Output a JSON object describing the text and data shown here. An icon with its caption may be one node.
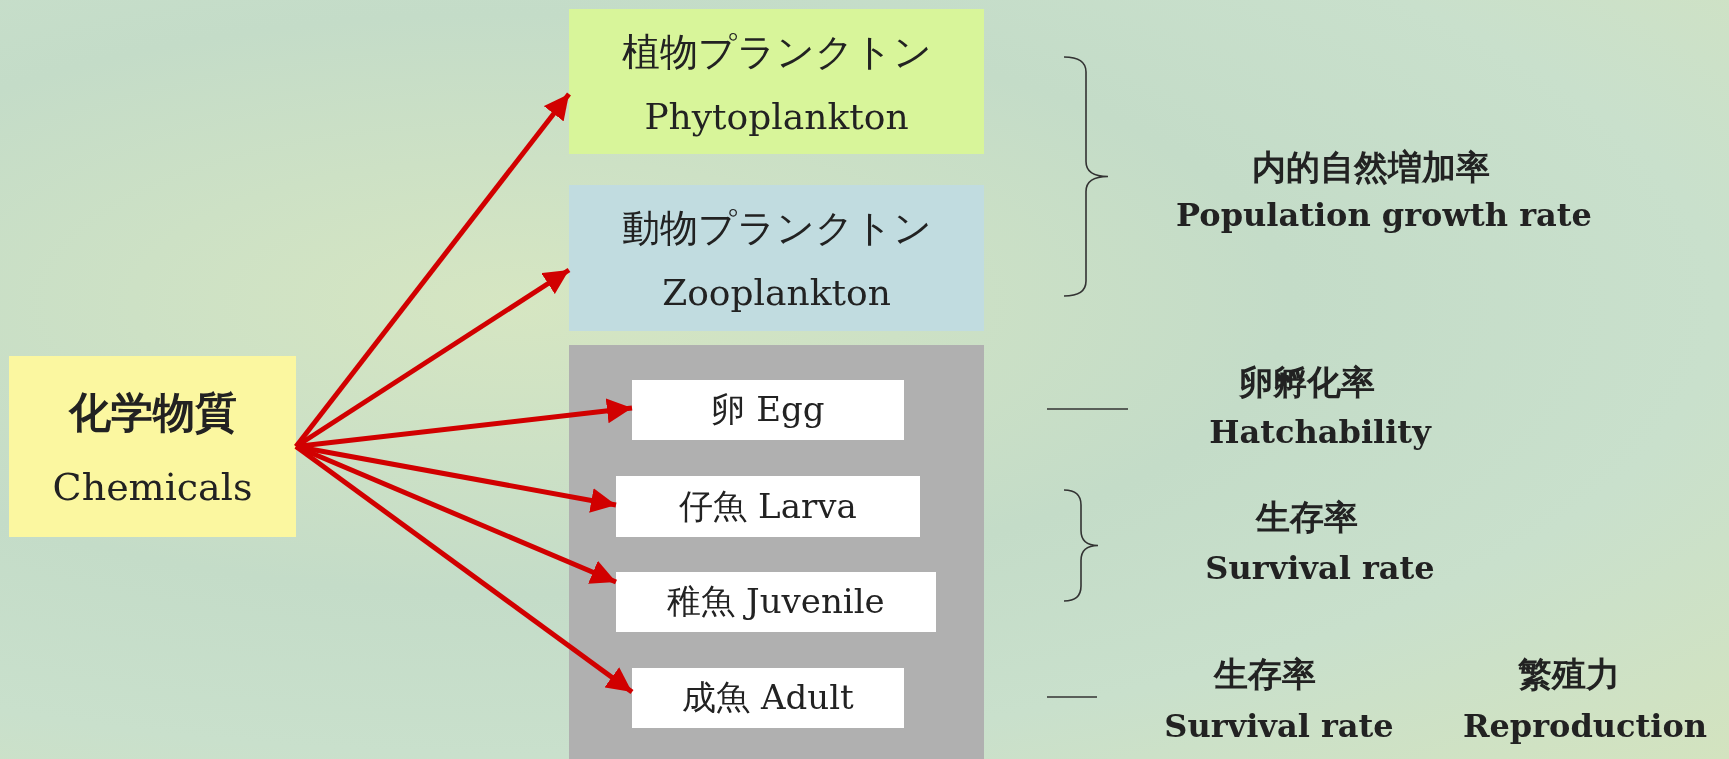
{
  "diagram": {
    "nodes": [
      {
        "text": [
          "化学物質",
          "Chemicals"
        ]
      },
      {
        "text": [
          "植物プランクトン",
          "Phytoplankton"
        ]
      },
      {
        "text": [
          "動物プランクトン",
          "Zooplankton"
        ]
      },
      {
        "text": [],
        "shape": "box"
      },
      {
        "text": [
          "卵 Egg"
        ],
        "in": 3
      },
      {
        "text": [
          "仔魚 Larva"
        ],
        "in": 3
      },
      {
        "text": [
          "稚魚 Juvenile"
        ],
        "in": 3
      },
      {
        "text": [
          "成魚 Adult"
        ],
        "in": 3
      }
    ],
    "edges": [
      {
        "from": 0,
        "to": 1,
        "arrow": "to"
      },
      {
        "from": 0,
        "to": 2,
        "arrow": "to"
      },
      {
        "from": 0,
        "to": 4,
        "arrow": "to"
      },
      {
        "from": 0,
        "to": 5,
        "arrow": "to"
      },
      {
        "from": 0,
        "to": 6,
        "arrow": "to"
      },
      {
        "from": 0,
        "to": 7,
        "arrow": "to"
      }
    ],
    "labels": [
      "内的自然増加率",
      "Population growth rate",
      "卵孵化率",
      "Hatchability",
      "生存率",
      "Survival rate",
      "生存率",
      "Survival rate",
      "繁殖力",
      "Reproduction"
    ]
  }
}
